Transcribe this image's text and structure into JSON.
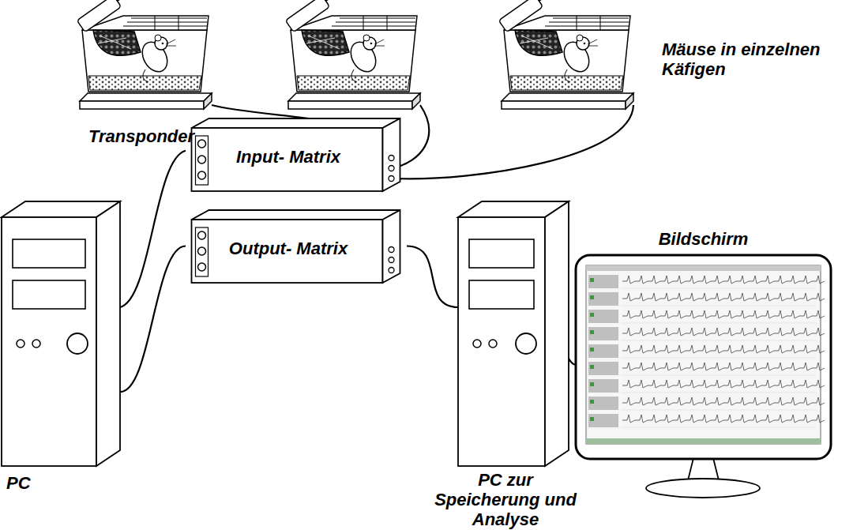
{
  "diagram": {
    "nodes": [
      {
        "text": [
          "Input- Matrix"
        ]
      },
      {
        "text": [
          "PC"
        ]
      },
      {
        "text": [
          "Output- Matrix"
        ]
      },
      {
        "text": [
          "PC zur Speicherung und Analyse"
        ]
      },
      {
        "text": [
          "Bildschirm"
        ]
      }
    ],
    "edges": [
      {
        "from": 1,
        "to": 0,
        "arrow": "none"
      },
      {
        "from": 1,
        "to": 2,
        "arrow": "none"
      },
      {
        "from": 2,
        "to": 3,
        "arrow": "none"
      },
      {
        "from": 3,
        "to": 4,
        "arrow": "none"
      }
    ],
    "labels": [
      "Mäuse in einzelnen Käfigen",
      "Transponder"
    ]
  }
}
